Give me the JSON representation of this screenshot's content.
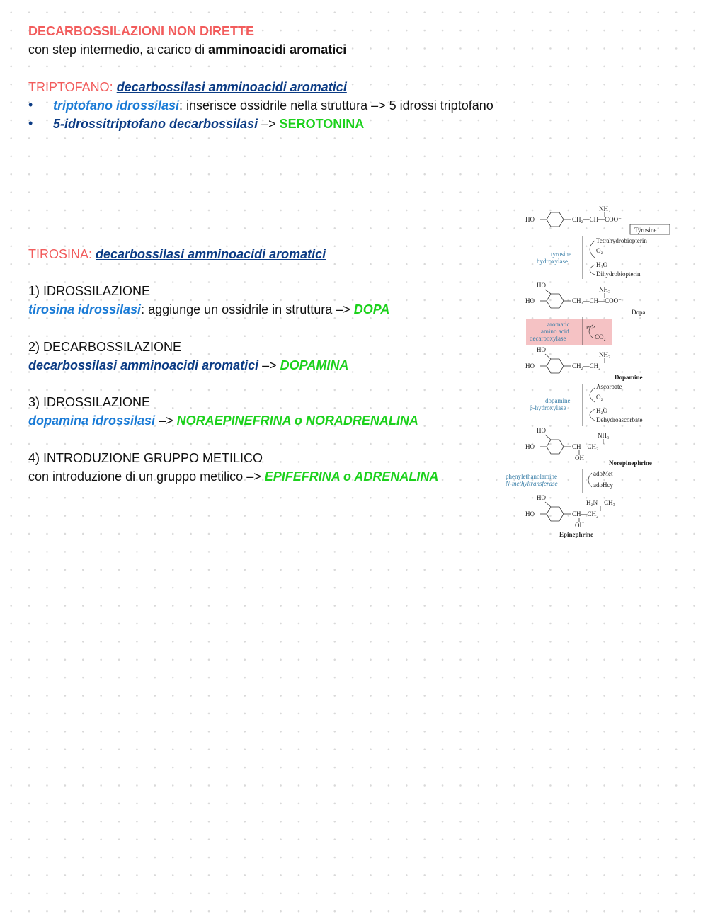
{
  "header": {
    "title": "DECARBOSSILAZIONI NON DIRETTE",
    "subtitle_prefix": "con step intermedio, a carico di ",
    "subtitle_bold": "amminoacidi aromatici"
  },
  "triptofano": {
    "label": "TRIPTOFANO: ",
    "enzyme": "decarbossilasi amminoacidi aromatici",
    "bullets": [
      {
        "symbol": "•",
        "enzyme": "triptofano idrossilasi",
        "text": ": inserisce ossidrile nella struttura –> 5 idrossi triptofano"
      },
      {
        "symbol": "•",
        "enzyme": "5-idrossitriptofano decarbossilasi",
        "arrow": " –> ",
        "product": "SEROTONINA"
      }
    ]
  },
  "tirosina": {
    "label": "TIROSINA: ",
    "enzyme": "decarbossilasi amminoacidi aromatici",
    "steps": [
      {
        "title": "1) IDROSSILAZIONE",
        "enzyme": "tirosina idrossilasi",
        "text": ": aggiunge un ossidrile in struttura –> ",
        "product": "DOPA"
      },
      {
        "title": "2) DECARBOSSILAZIONE",
        "enzyme": "decarbossilasi amminoacidi aromatici",
        "text": " –> ",
        "product": "DOPAMINA"
      },
      {
        "title": "3) IDROSSILAZIONE",
        "enzyme": "dopamina idrossilasi",
        "text": " –> ",
        "product": "NORAEPINEFRINA o NORADRENALINA"
      },
      {
        "title": "4) INTRODUZIONE GRUPPO METILICO",
        "text": "con introduzione di un gruppo metilico –> ",
        "product": "EPIFEFRINA o ADRENALINA"
      }
    ]
  },
  "figure": {
    "labels": {
      "ho": "HO",
      "nh3": "NH₃",
      "ch2_ch_coo": "CH₂—CH—COO⁻",
      "ch2_ch2": "CH₂—CH₂",
      "ch_ch2": "CH—CH₂",
      "oh": "OH",
      "h2n_ch3": "H₂N—CH₃",
      "tyrosine": "Tyrosine",
      "dopa": "Dopa",
      "dopamine": "Dopamine",
      "norepinephrine": "Norepinephrine",
      "epinephrine": "Epinephrine"
    },
    "enzymes": {
      "e1": [
        "tyrosine",
        "hydroxylase"
      ],
      "e2": [
        "aromatic",
        "amino acid",
        "decarboxylase"
      ],
      "e3": [
        "dopamine",
        "β-hydroxylase"
      ],
      "e4": [
        "phenylethanolamine",
        "N-methyltransferase"
      ]
    },
    "cofactors": {
      "c1": [
        "Tetrahydrobiopterin",
        "O₂",
        "H₂O",
        "Dihydrobiopterin"
      ],
      "c2": [
        "PLP",
        "CO₂"
      ],
      "c3": [
        "Ascorbate",
        "O₂",
        "H₂O",
        "Dehydroascorbate"
      ],
      "c4": [
        "adoMet",
        "adoHcy"
      ]
    },
    "colors": {
      "enzyme": "#3a7fa8",
      "highlight": "#f5c2c4"
    }
  }
}
